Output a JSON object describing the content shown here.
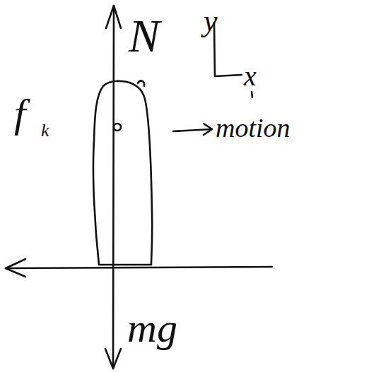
{
  "diagram": {
    "labels": [
      "N",
      "y",
      "x",
      "motion",
      "f",
      "k",
      "mg"
    ]
  }
}
